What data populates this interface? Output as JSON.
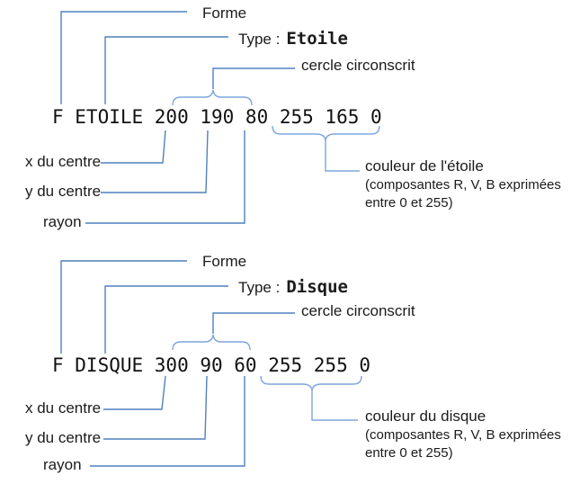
{
  "colors": {
    "connector_blue": "#4F81BD",
    "brace_blue": "#7EA6DC",
    "text": "#1b1b1b"
  },
  "sections": [
    {
      "id": "etoile",
      "forme_label": "Forme",
      "type_prefix": "Type :",
      "type_value": "Etoile",
      "cercle_label": "cercle circonscrit",
      "code": "F ETOILE 200 190 80 255 165 0",
      "x_label": "x du centre",
      "y_label": "y du centre",
      "rayon_label": "rayon",
      "couleur_line1": "couleur de l'étoile",
      "couleur_line2": "(composantes R, V, B exprimées",
      "couleur_line3": "entre 0 et 255)"
    },
    {
      "id": "disque",
      "forme_label": "Forme",
      "type_prefix": "Type :",
      "type_value": "Disque",
      "cercle_label": "cercle circonscrit",
      "code": "F DISQUE 300 90 60 255 255 0",
      "x_label": "x du centre",
      "y_label": "y du centre",
      "rayon_label": "rayon",
      "couleur_line1": "couleur du disque",
      "couleur_line2": "(composantes R, V, B exprimées",
      "couleur_line3": "entre 0 et 255)"
    }
  ]
}
